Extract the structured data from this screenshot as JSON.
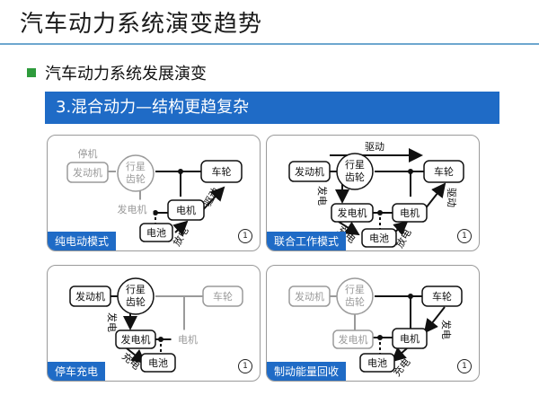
{
  "slide": {
    "title": "汽车动力系统演变趋势",
    "bullet": "汽车动力系统发展演变",
    "section": "3.混合动力—结构更趋复杂"
  },
  "colors": {
    "accent": "#1f6bc6",
    "bullet": "#2e9b3c",
    "active": "#111111",
    "inactive": "#9a9a9a"
  },
  "panels": [
    {
      "label": "纯电动模式",
      "index": "1",
      "nodes": {
        "engine": "发动机",
        "planetary_line1": "行星",
        "planetary_line2": "齿轮",
        "generator": "发电机",
        "motor": "电机",
        "wheel": "车轮",
        "battery": "电池"
      },
      "annotations": {
        "stop": "停机",
        "drive": "驱动",
        "discharge": "放电"
      }
    },
    {
      "label": "联合工作模式",
      "index": "1",
      "nodes": {
        "engine": "发动机",
        "planetary_line1": "行星",
        "planetary_line2": "齿轮",
        "generator": "发电机",
        "motor": "电机",
        "wheel": "车轮",
        "battery": "电池"
      },
      "annotations": {
        "drive_top": "驱动",
        "gen": "发电",
        "charge": "充电",
        "discharge": "放电",
        "drive": "驱动"
      }
    },
    {
      "label": "停车充电",
      "index": "1",
      "nodes": {
        "engine": "发动机",
        "planetary_line1": "行星",
        "planetary_line2": "齿轮",
        "generator": "发电机",
        "motor": "电机",
        "wheel": "车轮",
        "battery": "电池"
      },
      "annotations": {
        "gen": "发电",
        "charge": "充电"
      }
    },
    {
      "label": "制动能量回收",
      "index": "1",
      "nodes": {
        "engine": "发动机",
        "planetary_line1": "行星",
        "planetary_line2": "齿轮",
        "generator": "发电机",
        "motor": "电机",
        "wheel": "车轮",
        "battery": "电池"
      },
      "annotations": {
        "gen": "发电",
        "charge": "充电"
      }
    }
  ]
}
